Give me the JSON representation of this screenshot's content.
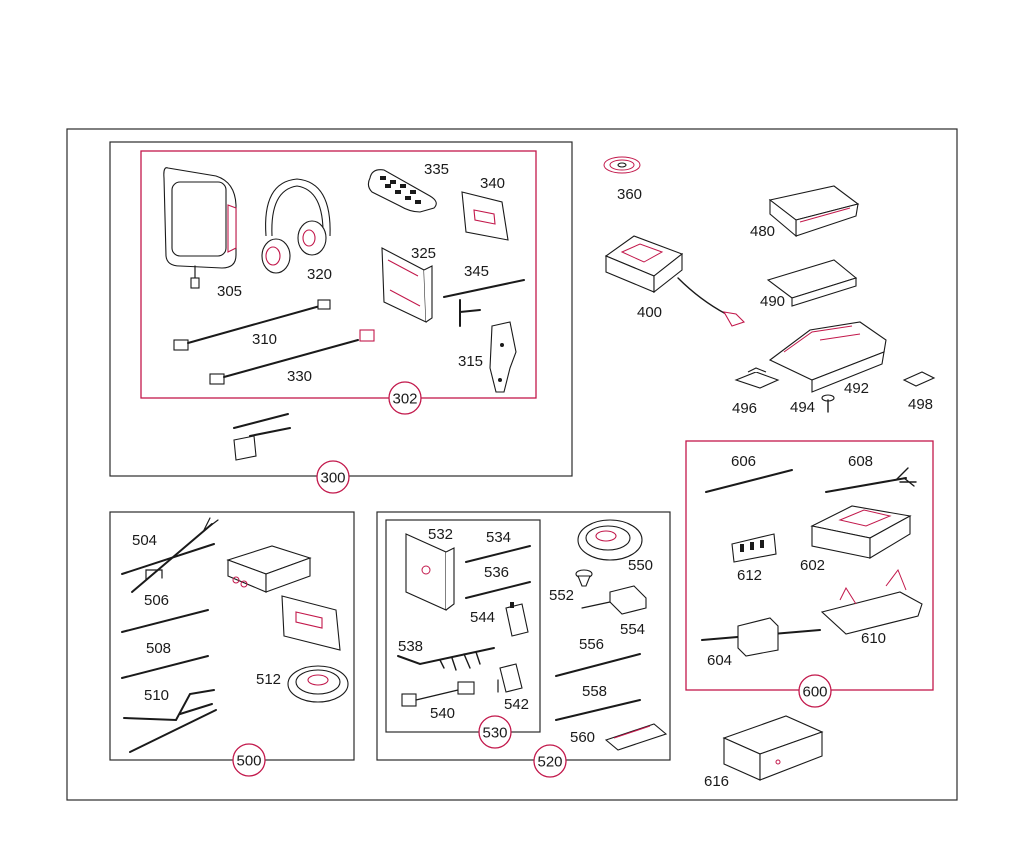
{
  "groups": {
    "g300": "300",
    "g302": "302",
    "g500": "500",
    "g520": "520",
    "g530": "530",
    "g600": "600"
  },
  "parts": {
    "p305": "305",
    "p310": "310",
    "p315": "315",
    "p320": "320",
    "p325": "325",
    "p330": "330",
    "p335": "335",
    "p340": "340",
    "p345": "345",
    "p360": "360",
    "p400": "400",
    "p480": "480",
    "p490": "490",
    "p492": "492",
    "p494": "494",
    "p496": "496",
    "p498": "498",
    "p504": "504",
    "p506": "506",
    "p508": "508",
    "p510": "510",
    "p512": "512",
    "p532": "532",
    "p534": "534",
    "p536": "536",
    "p538": "538",
    "p540": "540",
    "p542": "542",
    "p544": "544",
    "p550": "550",
    "p552": "552",
    "p554": "554",
    "p556": "556",
    "p558": "558",
    "p560": "560",
    "p602": "602",
    "p604": "604",
    "p606": "606",
    "p608": "608",
    "p610": "610",
    "p612": "612",
    "p616": "616"
  },
  "colors": {
    "accent": "#c2184b",
    "ink": "#1a1a1a"
  }
}
